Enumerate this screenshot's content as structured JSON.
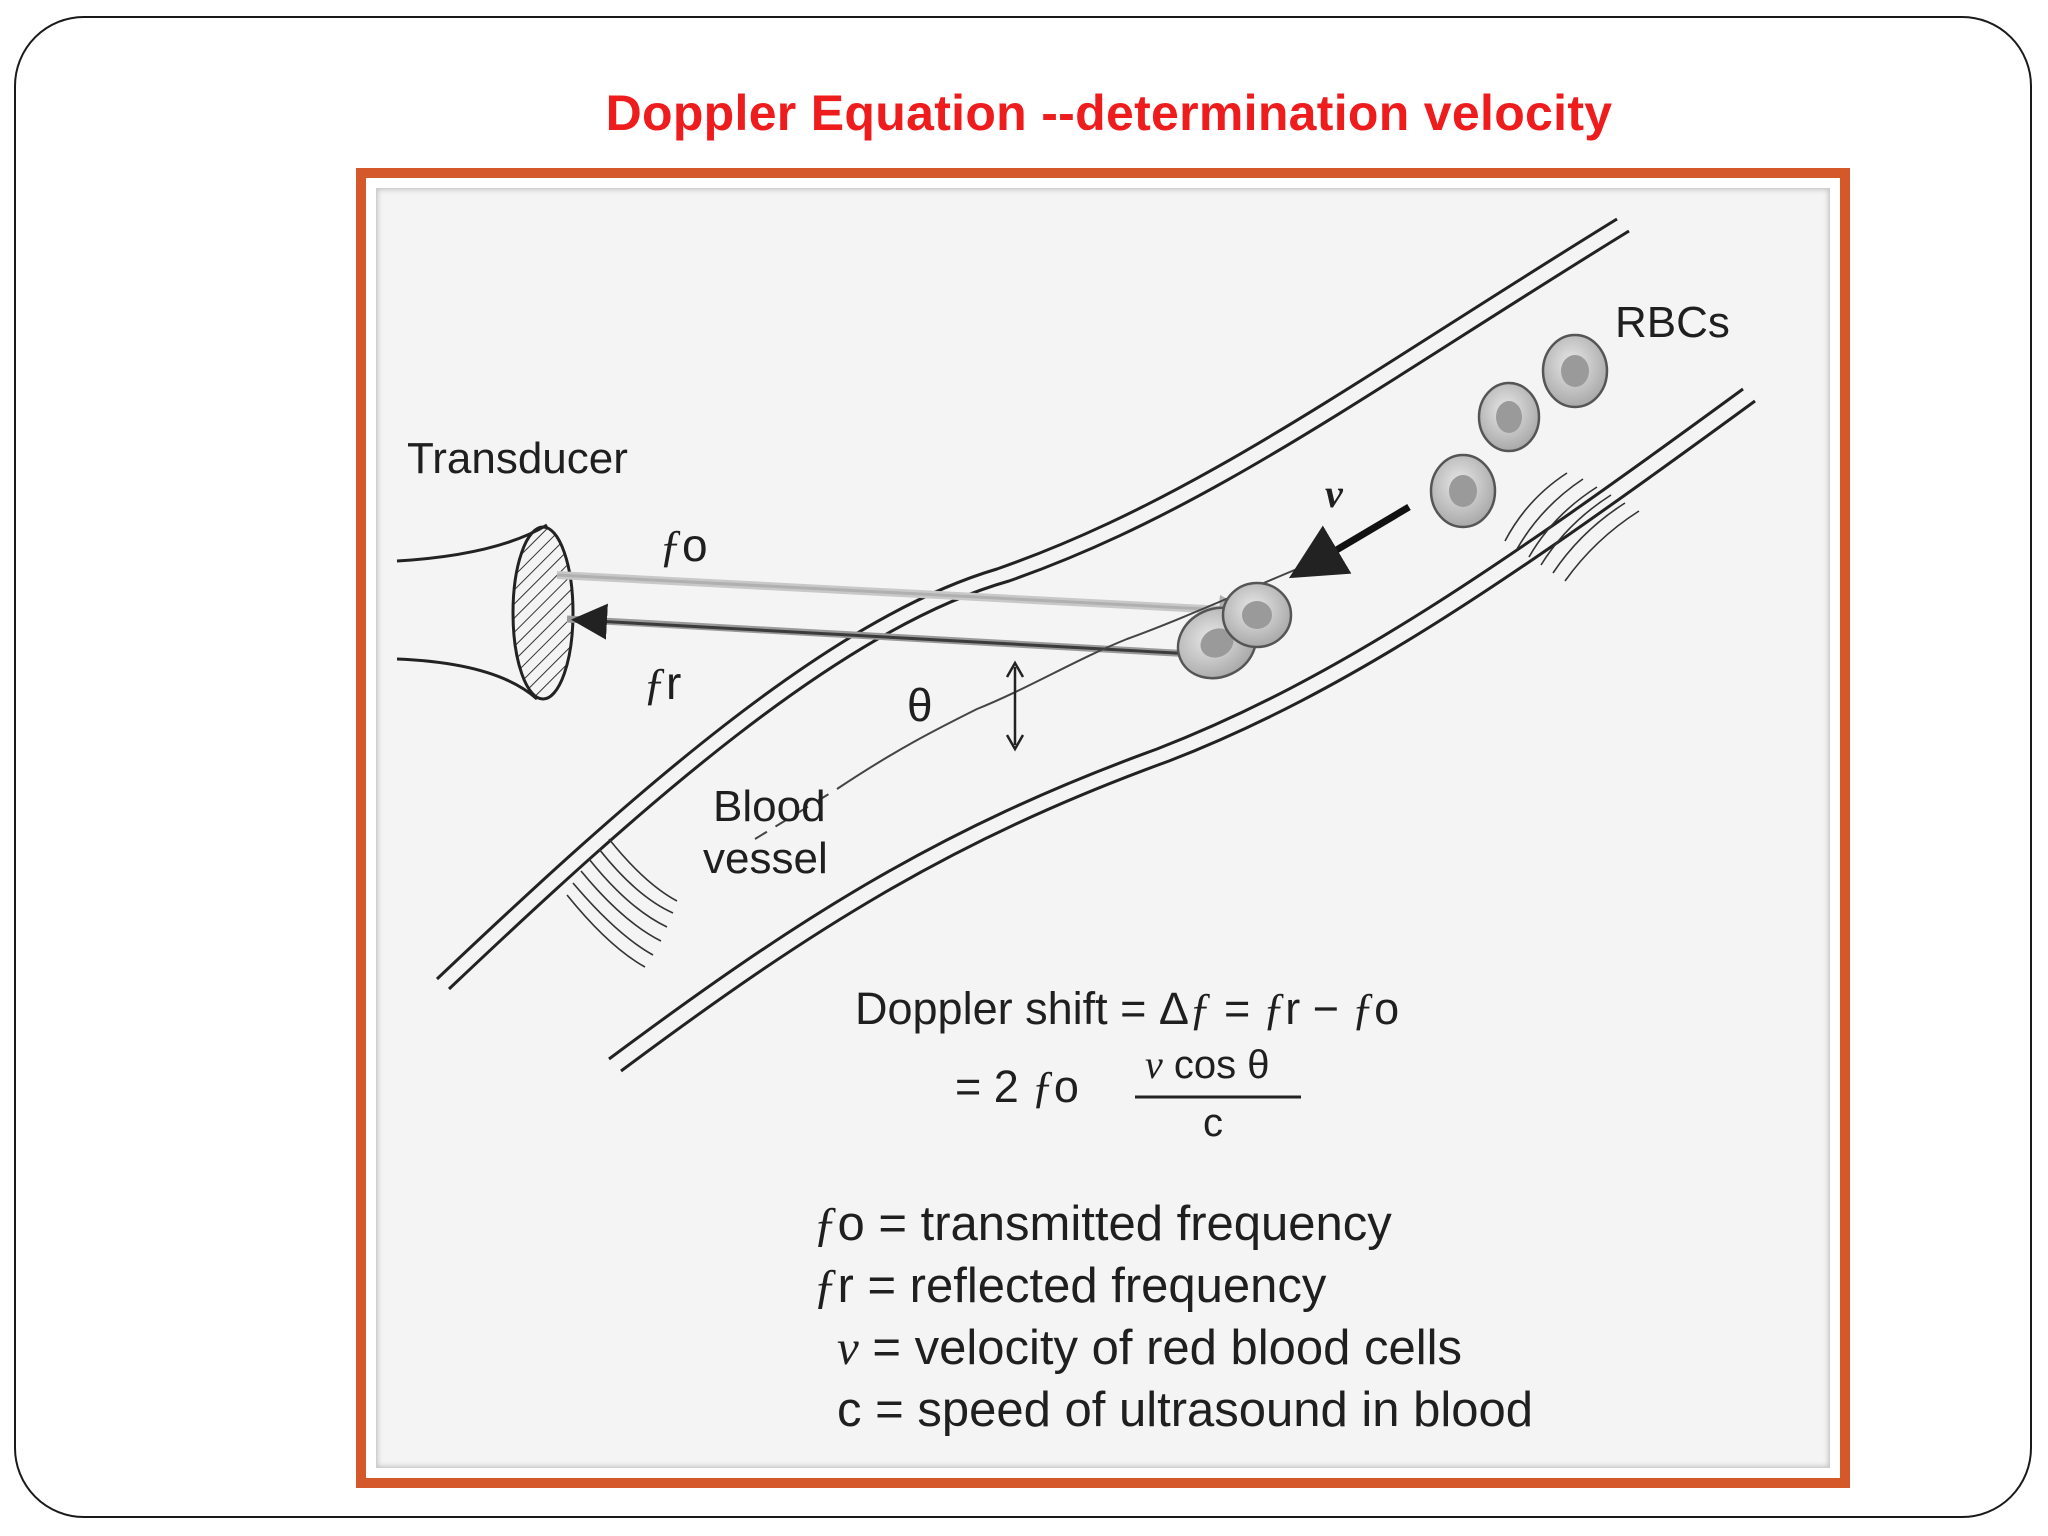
{
  "slide": {
    "title": "Doppler Equation --determination velocity"
  },
  "diagram": {
    "labels": {
      "transducer": "Transducer",
      "rbcs": "RBCs",
      "velocity_symbol": "v",
      "fo_symbol": "ƒ",
      "fo_sub": "o",
      "fr_symbol": "ƒ",
      "fr_sub": "r",
      "theta": "θ",
      "blood_vessel_line1": "Blood",
      "blood_vessel_line2": "vessel"
    },
    "colors": {
      "frame_orange": "#d4582a",
      "title_red": "#ee1c1c",
      "ink": "#1f1f1f",
      "cell_gray": "#b8b8b8"
    }
  },
  "equation": {
    "line1_prefix": "Doppler shift = Δ",
    "line1_f": "ƒ",
    "line1_eq": " = ",
    "line1_fr_f": "ƒ",
    "line1_fr": "r",
    "line1_minus": " − ",
    "line1_fo_f": "ƒ",
    "line1_fo": "o",
    "line2_prefix": "= 2 ",
    "line2_fo_f": "ƒ",
    "line2_fo": "o",
    "numerator_v": "v",
    "numerator_rest": " cos θ",
    "denominator": "c"
  },
  "definitions": [
    {
      "symbol_f": "ƒ",
      "symbol_rest": "o",
      "text": " = transmitted frequency"
    },
    {
      "symbol_f": "ƒ",
      "symbol_rest": "r",
      "text": " = reflected frequency"
    },
    {
      "symbol_f": "v",
      "symbol_rest": "",
      "text": " = velocity of red blood cells"
    },
    {
      "symbol_f": "",
      "symbol_rest": "c",
      "text": " = speed of ultrasound in blood"
    }
  ]
}
